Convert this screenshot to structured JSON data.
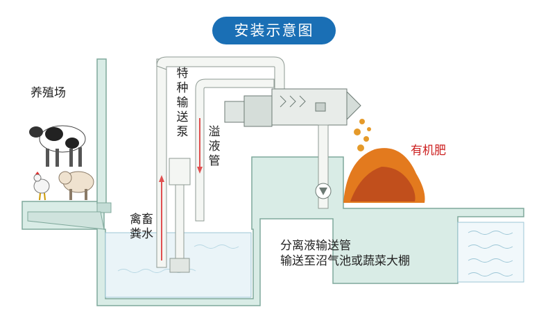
{
  "title": "安装示意图",
  "labels": {
    "farm": "养殖场",
    "pump": "特种输送泵",
    "overflow": "溢液管",
    "manure": "禽畜粪水",
    "fertilizer": "有机肥",
    "separated_line1": "分离液输送管",
    "separated_line2": "输送至沼气池或蔬菜大棚"
  },
  "colors": {
    "title_bg": "#1a6fb5",
    "fertilizer_text": "#cc1f1f",
    "ground": "#d9ece6",
    "water": "#eaf4f8",
    "manure_pile": "#e37a1e"
  }
}
